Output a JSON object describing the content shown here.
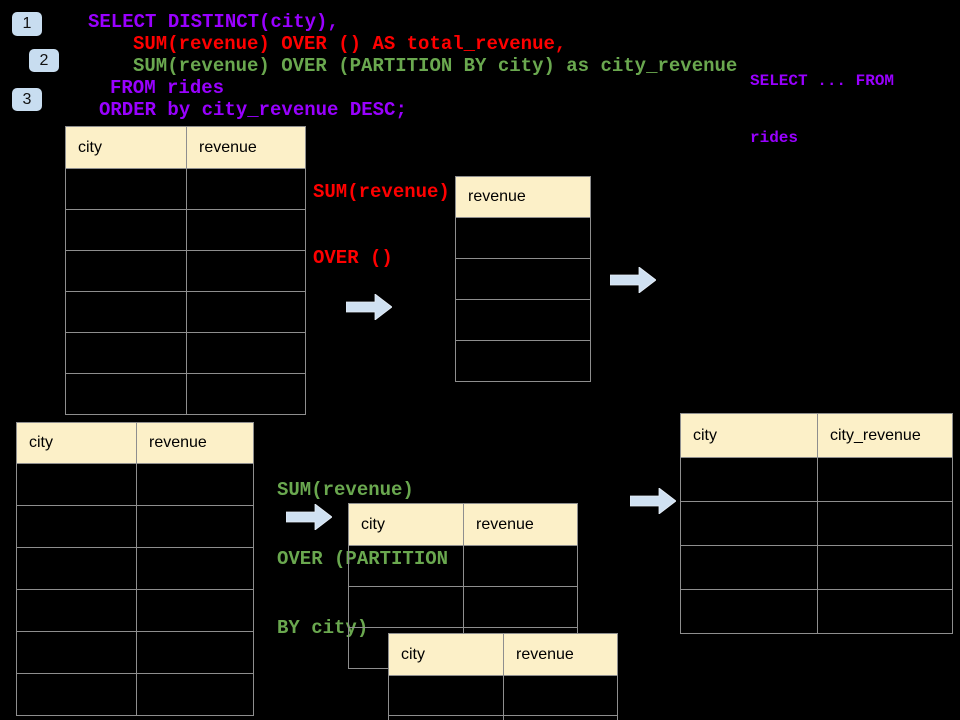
{
  "colors": {
    "purple": "#9900ff",
    "red": "#ff0000",
    "green": "#6aa84f",
    "cream": "#fcf0c8",
    "arrow": "#d0e1f2",
    "badge": "#c8ddf0",
    "border": "#8e8e8e"
  },
  "badges": {
    "b1": "1",
    "b2": "2",
    "b3": "3"
  },
  "sql": {
    "line1": "SELECT DISTINCT(city),",
    "line2": "SUM(revenue) OVER () AS total_revenue,",
    "line3": "SUM(revenue) OVER (PARTITION BY city) as city_revenue",
    "line4": "FROM rides",
    "line5": "ORDER by city_revenue DESC;"
  },
  "annotations": {
    "total_revenue": {
      "line1": "SUM(revenue)",
      "line2": "OVER ()"
    },
    "partition": {
      "line1": "SUM(revenue)",
      "line2": "OVER (PARTITION",
      "line3": "BY city)"
    },
    "from_clause": {
      "line1": "SELECT ... FROM",
      "line2": "rides"
    }
  },
  "tables": {
    "source_top": {
      "headers": [
        "city",
        "revenue"
      ],
      "empty_rows": 6
    },
    "total_revenue_result": {
      "headers": [
        "revenue"
      ],
      "empty_rows": 4
    },
    "source_bottom": {
      "headers": [
        "city",
        "revenue"
      ],
      "empty_rows": 6
    },
    "partition_mid": {
      "headers": [
        "city",
        "revenue"
      ],
      "empty_rows": 3
    },
    "partition_overlap": {
      "headers": [
        "city",
        "revenue"
      ],
      "empty_rows": 2
    },
    "city_revenue_result": {
      "headers": [
        "city",
        "city_revenue"
      ],
      "empty_rows": 4
    }
  }
}
